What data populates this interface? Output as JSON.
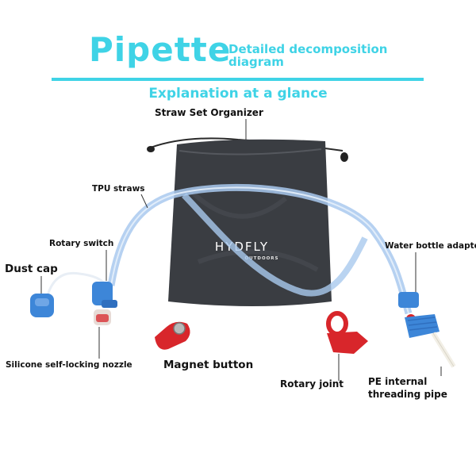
{
  "header": {
    "title": "Pipette",
    "subtitle": "Detailed decomposition diagram",
    "tagline": "Explanation at a glance"
  },
  "bag": {
    "brand": "HYDFLY",
    "sub": "OUTDOORS"
  },
  "labels": {
    "organizer": "Straw Set Organizer",
    "tpu": "TPU straws",
    "rotary_switch": "Rotary switch",
    "dust_cap": "Dust cap",
    "nozzle": "Silicone self-locking nozzle",
    "magnet": "Magnet button",
    "rotary_joint": "Rotary joint",
    "adapter": "Water bottle adapter",
    "pe_line1": "PE internal",
    "pe_line2": "threading pipe"
  },
  "colors": {
    "accent": "#3fd3e6",
    "tube": "#a9c9ee",
    "blue_part": "#3d86d8",
    "red_part": "#d8262b",
    "bag": "#3a3d42"
  }
}
